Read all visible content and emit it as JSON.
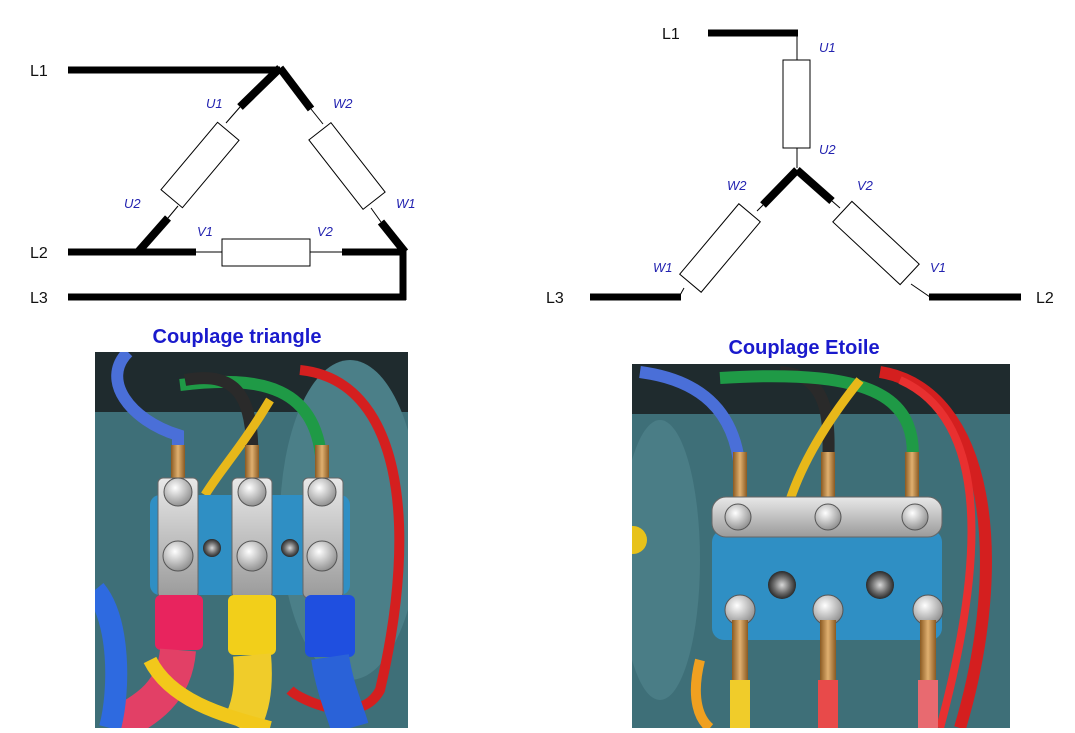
{
  "triangle": {
    "caption": "Couplage triangle",
    "lines": {
      "l1": "L1",
      "l2": "L2",
      "l3": "L3"
    },
    "windings": {
      "u1": "U1",
      "u2": "U2",
      "v1": "V1",
      "v2": "V2",
      "w1": "W1",
      "w2": "W2"
    }
  },
  "star": {
    "caption": "Couplage Etoile",
    "lines": {
      "l1": "L1",
      "l2": "L2",
      "l3": "L3"
    },
    "windings": {
      "u1": "U1",
      "u2": "U2",
      "v1": "V1",
      "v2": "V2",
      "w1": "W1",
      "w2": "W2"
    }
  },
  "colors": {
    "wire": "#000000",
    "label_blue": "#2323b0",
    "caption_blue": "#1a1acc",
    "cable_red": "#e02424",
    "cable_yellow": "#f2c81b",
    "cable_blue": "#1e5fd6",
    "cable_green": "#21a04a",
    "terminal_block": "#2f8fc4",
    "housing": "#3e6f78"
  }
}
